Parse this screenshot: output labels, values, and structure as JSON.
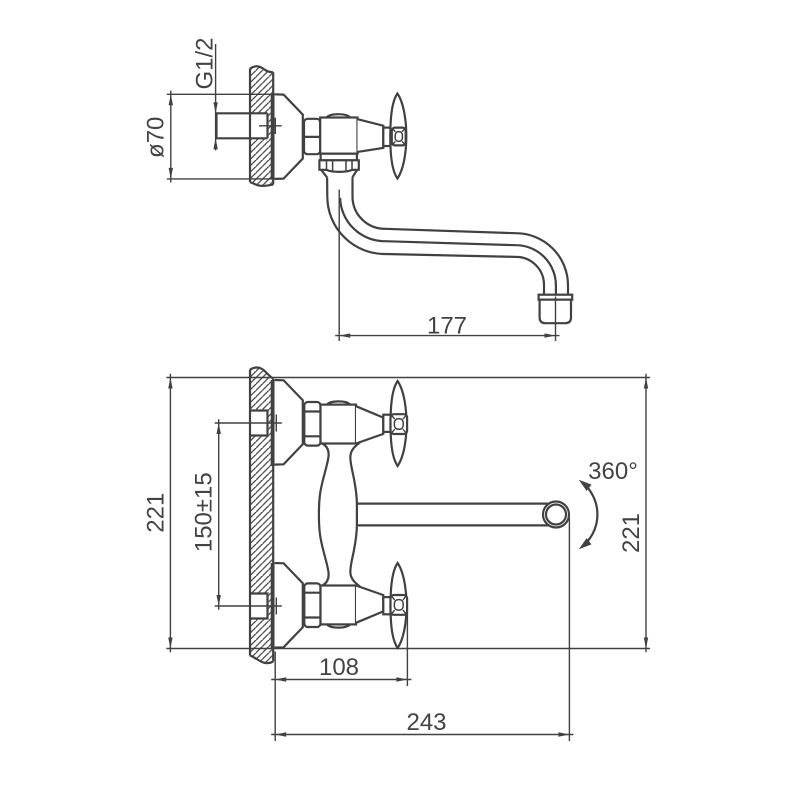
{
  "drawing": {
    "type": "technical-drawing",
    "subject": "wall-mounted faucet with S-spout, two views with dimensions",
    "ink_color": "#414141",
    "background": "#ffffff",
    "views": [
      {
        "name": "side-elevation",
        "position": "top"
      },
      {
        "name": "plan-view",
        "position": "bottom"
      }
    ],
    "dimensions": {
      "thread": {
        "label": "G1/2",
        "meaning": "supply connection thread"
      },
      "flange_diameter": {
        "label": "ø70",
        "meaning": "wall flange diameter"
      },
      "spout_reach": {
        "label": "177",
        "meaning": "spout reach from inlet axis to outlet axis"
      },
      "overall_span_left": {
        "label": "221",
        "meaning": "overall width across handles (left)"
      },
      "hole_spacing": {
        "label": "150±15",
        "meaning": "distance between supply connections"
      },
      "wall_to_handle": {
        "label": "108",
        "meaning": "wall face to handwheel face"
      },
      "wall_to_spout_end": {
        "label": "243",
        "meaning": "wall face to spout outlet"
      },
      "overall_span_right": {
        "label": "221",
        "meaning": "overall width across handles (right)"
      },
      "swivel_angle": {
        "label": "360°",
        "meaning": "spout swivel angle"
      }
    }
  }
}
